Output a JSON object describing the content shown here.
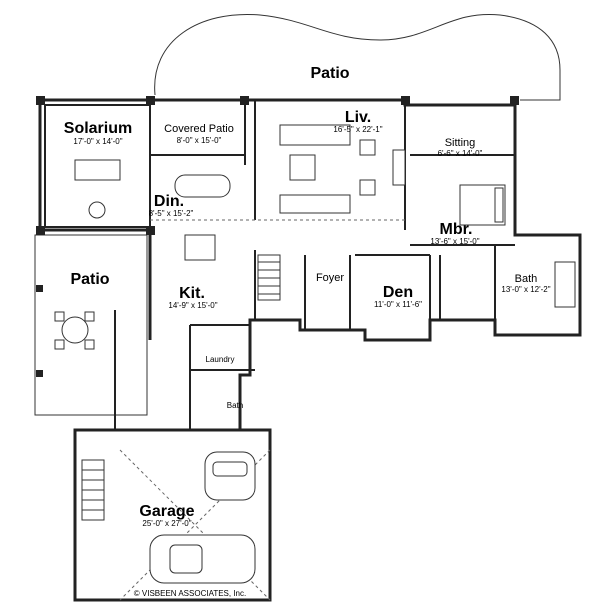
{
  "rooms": {
    "patio_top": {
      "name": "Patio"
    },
    "solarium": {
      "name": "Solarium",
      "size": "17'-0\" x 14'-0\""
    },
    "covered_patio": {
      "name": "Covered Patio",
      "size": "8'-0\" x 15'-0\""
    },
    "living": {
      "name": "Liv.",
      "size": "16'-5\" x 22'-1\""
    },
    "sitting": {
      "name": "Sitting",
      "size": "6'-6\" x 14'-0\""
    },
    "dining": {
      "name": "Din.",
      "size": "8'-5\" x 15'-2\""
    },
    "master": {
      "name": "Mbr.",
      "size": "13'-6\" x 15'-0\""
    },
    "patio_left": {
      "name": "Patio"
    },
    "kitchen": {
      "name": "Kit.",
      "size": "14'-9\" x 15'-0\""
    },
    "foyer": {
      "name": "Foyer"
    },
    "den": {
      "name": "Den",
      "size": "11'-0\" x 11'-6\""
    },
    "master_bath": {
      "name": "Bath",
      "size": "13'-0\" x 12'-2\""
    },
    "laundry": {
      "name": "Laundry"
    },
    "bath": {
      "name": "Bath"
    },
    "garage": {
      "name": "Garage",
      "size": "25'-0\" x 27'-0\""
    }
  },
  "copyright": "© VISBEEN ASSOCIATES, Inc."
}
